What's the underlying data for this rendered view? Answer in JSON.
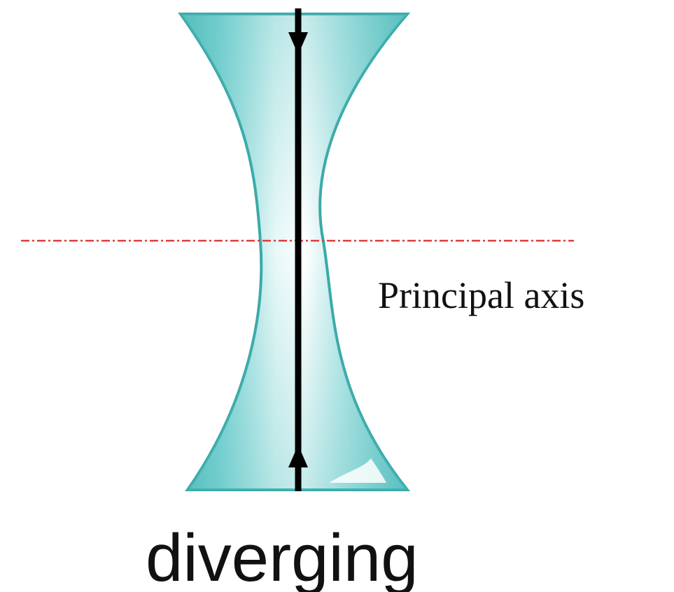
{
  "diagram": {
    "lens_type": "diverging",
    "axis_label": "Principal axis",
    "lens_label": "diverging",
    "colors": {
      "lens_fill": "#5ec4c4",
      "lens_edge": "#3aa9a9",
      "lens_highlight": "#ffffff",
      "lens_line": "#000000",
      "principal_axis": "#e03a3a",
      "text": "#111111"
    }
  }
}
